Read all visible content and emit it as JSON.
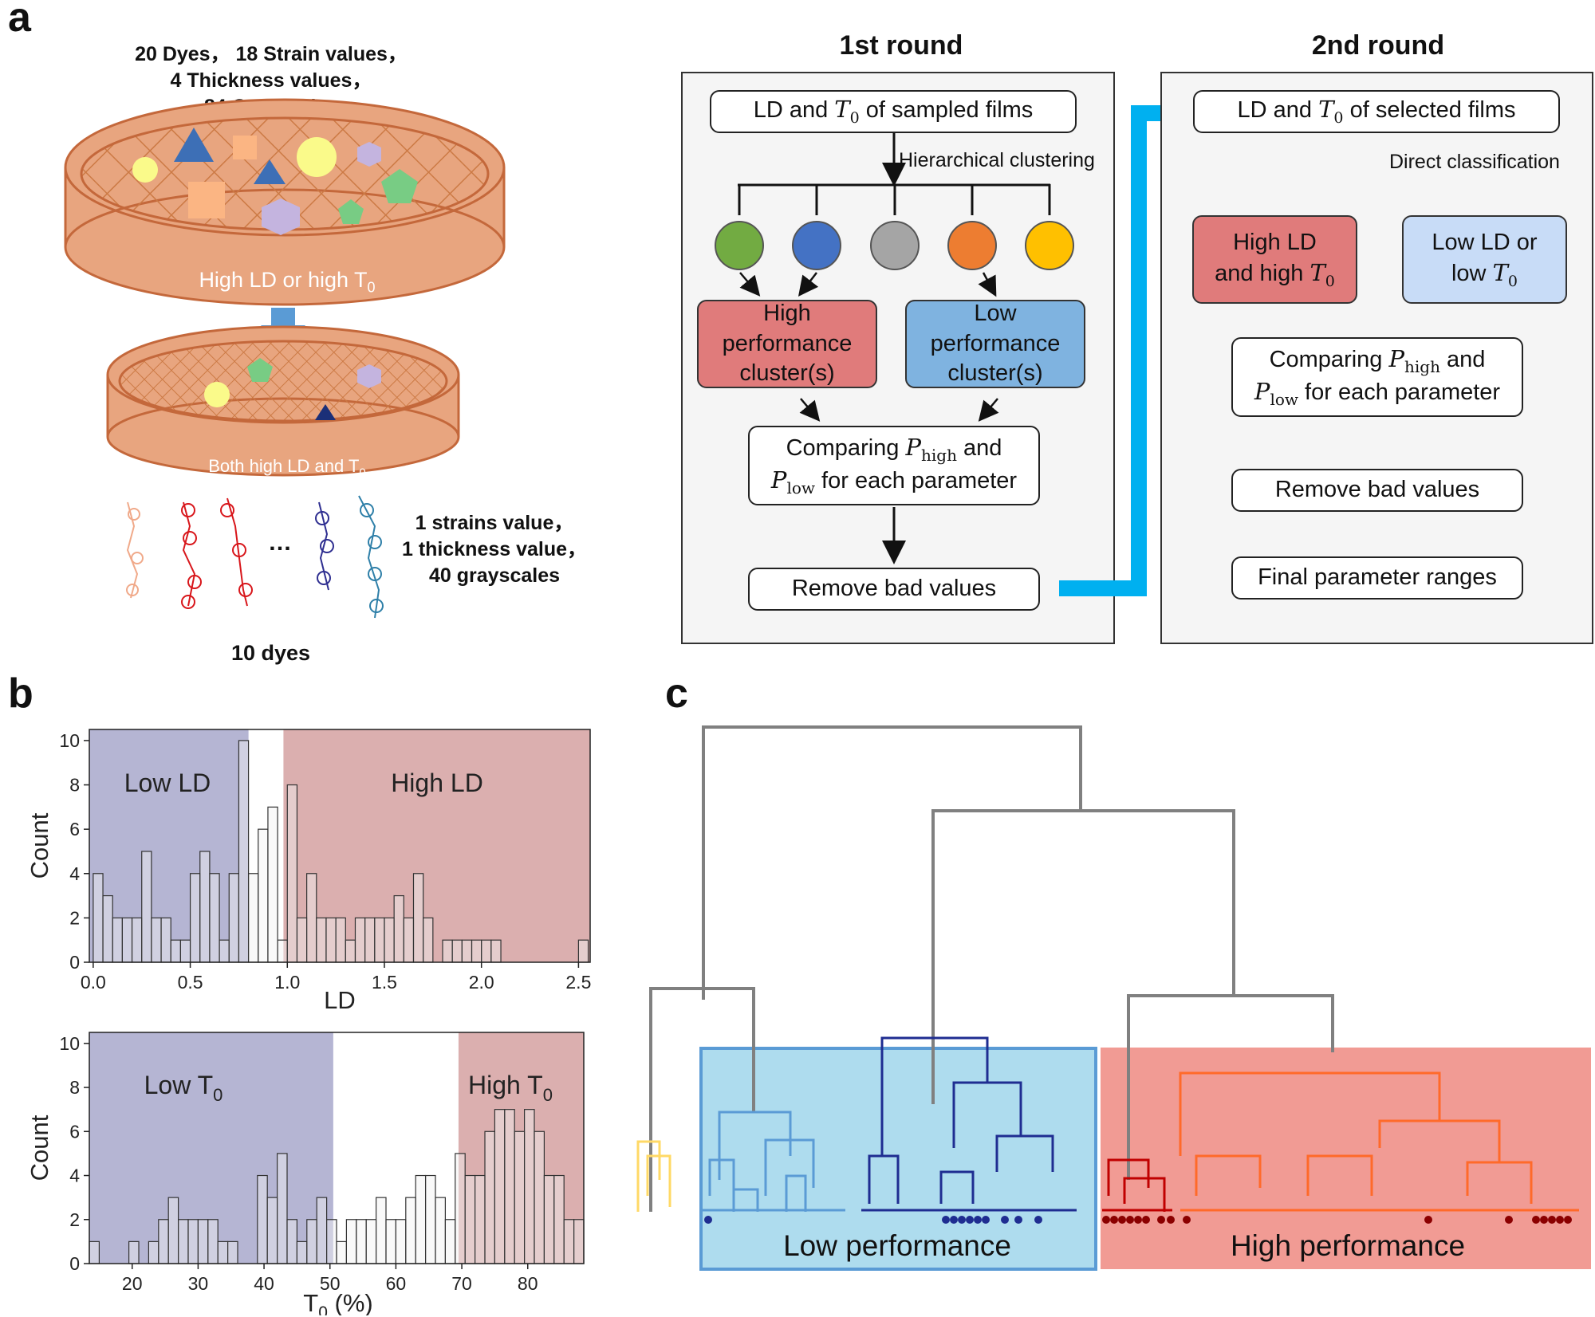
{
  "panel_a": {
    "letter": "a",
    "sieve_top_caption": [
      "20 Dyes， 18 Strain values，",
      "4 Thickness values，",
      "84 Grayscales"
    ],
    "sieve1_label": "High LD or high T",
    "sieve1_sub": "0",
    "sieve2_label": "Both high LD and T",
    "sieve2_sub": "0",
    "ellipsis": "…",
    "result_caption": [
      "1 strains value，",
      "1 thickness value，",
      "40 grayscales"
    ],
    "dyes_label": "10 dyes",
    "round1": {
      "title": "1st round",
      "top_box": {
        "pre": "LD and ",
        "var": "T",
        "sub": "0",
        "post": " of sampled films"
      },
      "edge_label": "Hierarchical clustering",
      "high_cluster": [
        "High",
        "performance",
        "cluster(s)"
      ],
      "low_cluster": [
        "Low",
        "performance",
        "cluster(s)"
      ],
      "compare": {
        "line1_pre": "Comparing ",
        "p": "P",
        "high": "high",
        "line1_post": " and",
        "low": "low",
        "line2_post": " for each parameter"
      },
      "remove": "Remove bad values",
      "circle_colors": [
        "#72ab42",
        "#4472c4",
        "#a5a5a5",
        "#ed7d31",
        "#ffc000"
      ]
    },
    "round2": {
      "title": "2nd round",
      "top_box": {
        "pre": "LD and ",
        "var": "T",
        "sub": "0",
        "post": " of selected films"
      },
      "edge_label": "Direct classification",
      "high_box": {
        "line1": "High LD",
        "line2_pre": "and high ",
        "var": "T",
        "sub": "0"
      },
      "low_box": {
        "line1": "Low LD or",
        "line2_pre": "low ",
        "var": "T",
        "sub": "0"
      },
      "compare": {
        "line1_pre": "Comparing ",
        "p": "P",
        "high": "high",
        "line1_post": " and",
        "low": "low",
        "line2_post": " for each parameter"
      },
      "remove": "Remove bad values",
      "final": "Final parameter ranges"
    }
  },
  "panel_b": {
    "letter": "b"
  },
  "panel_c": {
    "letter": "c",
    "low_label": "Low performance",
    "high_label": "High performance"
  },
  "chart_data": [
    {
      "type": "bar",
      "title": "",
      "xlabel": "LD",
      "ylabel": "Count",
      "xlim": [
        -0.02,
        2.56
      ],
      "ylim": [
        0,
        10.5
      ],
      "xticks": [
        "0.0",
        "0.5",
        "1.0",
        "1.5",
        "2.0",
        "2.5"
      ],
      "yticks": [
        "0",
        "2",
        "4",
        "6",
        "8",
        "10"
      ],
      "bin_width": 0.05,
      "bin_starts": [
        0.0,
        0.05,
        0.1,
        0.15,
        0.2,
        0.25,
        0.3,
        0.35,
        0.4,
        0.45,
        0.5,
        0.55,
        0.6,
        0.65,
        0.7,
        0.75,
        0.8,
        0.85,
        0.9,
        0.95,
        1.0,
        1.05,
        1.1,
        1.15,
        1.2,
        1.25,
        1.3,
        1.35,
        1.4,
        1.45,
        1.5,
        1.55,
        1.6,
        1.65,
        1.7,
        1.75,
        1.8,
        1.85,
        1.9,
        1.95,
        2.0,
        2.05,
        2.1,
        2.15,
        2.2,
        2.25,
        2.3,
        2.35,
        2.4,
        2.45,
        2.5
      ],
      "values": [
        4,
        3,
        2,
        2,
        2,
        5,
        2,
        2,
        1,
        1,
        4,
        5,
        4,
        1,
        4,
        10,
        4,
        6,
        7,
        1,
        8,
        2,
        4,
        2,
        2,
        2,
        1,
        2,
        2,
        2,
        2,
        3,
        2,
        4,
        2,
        0,
        1,
        1,
        1,
        1,
        1,
        1,
        0,
        0,
        0,
        0,
        0,
        0,
        0,
        0,
        1
      ],
      "regions": [
        {
          "name": "Low LD",
          "range": [
            -0.02,
            0.8
          ],
          "color": "#6b6ca8"
        },
        {
          "name": "High LD",
          "range": [
            0.98,
            2.56
          ],
          "color": "#b86060"
        }
      ]
    },
    {
      "type": "bar",
      "title": "",
      "xlabel": "T0 (%)",
      "ylabel": "Count",
      "xlim": [
        13.5,
        88.5
      ],
      "ylim": [
        0,
        10.5
      ],
      "xticks": [
        "20",
        "30",
        "40",
        "50",
        "60",
        "70",
        "80"
      ],
      "yticks": [
        "0",
        "2",
        "4",
        "6",
        "8",
        "10"
      ],
      "bin_width": 1.5,
      "bin_starts": [
        13.5,
        15.0,
        16.5,
        18.0,
        19.5,
        21.0,
        22.5,
        24.0,
        25.5,
        27.0,
        28.5,
        30.0,
        31.5,
        33.0,
        34.5,
        36.0,
        37.5,
        39.0,
        40.5,
        42.0,
        43.5,
        45.0,
        46.5,
        48.0,
        49.5,
        51.0,
        52.5,
        54.0,
        55.5,
        57.0,
        58.5,
        60.0,
        61.5,
        63.0,
        64.5,
        66.0,
        67.5,
        69.0,
        70.5,
        72.0,
        73.5,
        75.0,
        76.5,
        78.0,
        79.5,
        81.0,
        82.5,
        84.0,
        85.5,
        87.0
      ],
      "values": [
        1,
        0,
        0,
        0,
        1,
        0,
        1,
        2,
        3,
        2,
        2,
        2,
        2,
        1,
        1,
        0,
        0,
        4,
        3,
        5,
        2,
        1,
        2,
        3,
        2,
        1,
        2,
        2,
        2,
        3,
        2,
        2,
        3,
        4,
        4,
        3,
        2,
        5,
        4,
        4,
        6,
        7,
        7,
        6,
        7,
        6,
        4,
        4,
        2,
        2
      ],
      "regions": [
        {
          "name": "Low T",
          "sub": "0",
          "range": [
            13.5,
            50.5
          ],
          "color": "#6b6ca8"
        },
        {
          "name": "High T",
          "sub": "0",
          "range": [
            69.5,
            88.5
          ],
          "color": "#b86060"
        }
      ]
    }
  ]
}
